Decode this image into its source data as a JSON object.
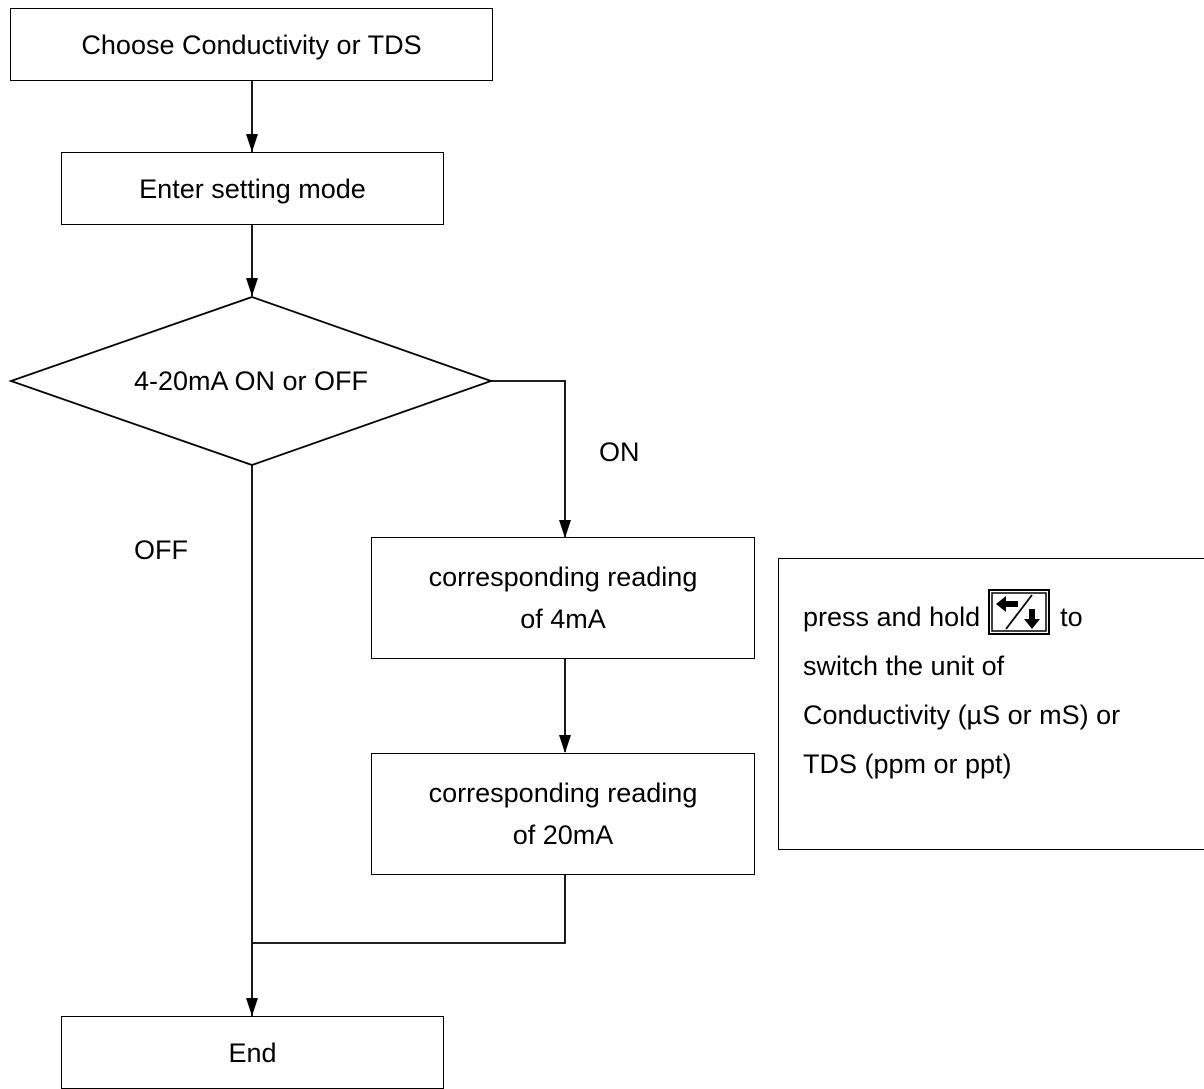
{
  "flowchart": {
    "start_box": "Choose Conductivity or TDS",
    "setting_box": "Enter setting mode",
    "decision": "4-20mA ON or OFF",
    "on_label": "ON",
    "off_label": "OFF",
    "reading_4ma": {
      "line1": "corresponding reading",
      "line2": "of 4mA"
    },
    "reading_20ma": {
      "line1": "corresponding reading",
      "line2": "of 20mA"
    },
    "end_box": "End"
  },
  "note": {
    "line1_before": "press and hold",
    "line1_after": "to",
    "icon": "left-arrow-slash-down-arrow-key-icon",
    "line2": "switch the unit of",
    "line3": "Conductivity (µS or mS) or",
    "line4": "TDS (ppm or ppt)"
  }
}
